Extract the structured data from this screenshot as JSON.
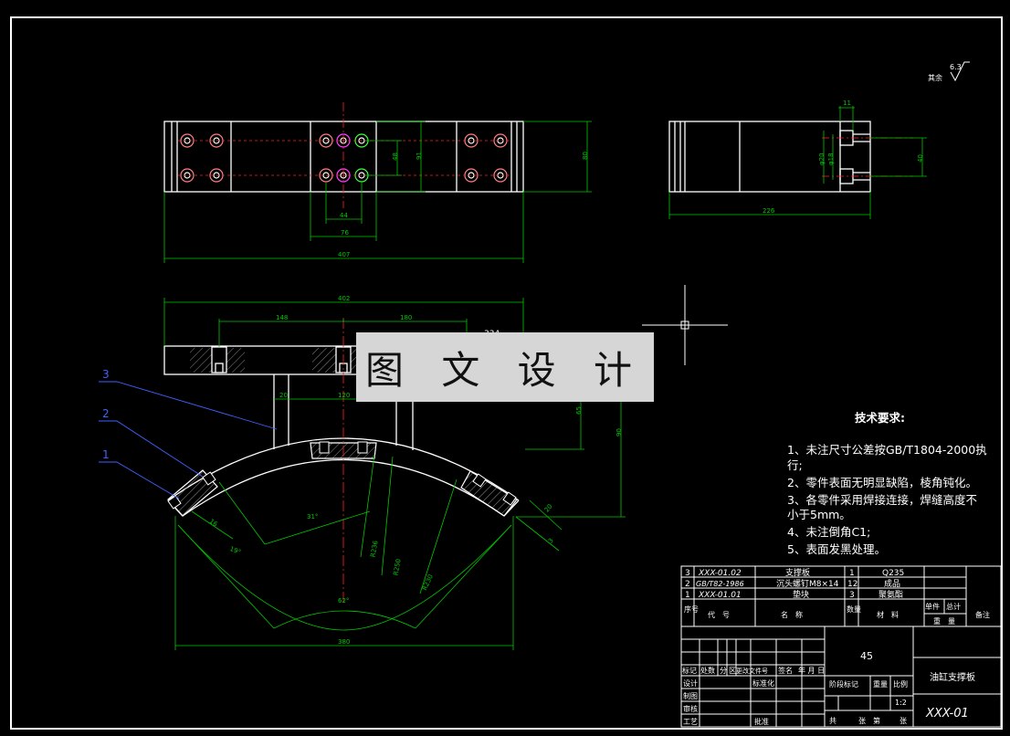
{
  "roughness": {
    "symbol": "其余",
    "value": "6.3"
  },
  "dims_top": {
    "d407a": "407",
    "d80": "80",
    "d91": "91",
    "d48": "48",
    "d44": "44",
    "d76": "76"
  },
  "dims_side": {
    "d226": "226",
    "d11": "11",
    "d40": "40",
    "phi20": "φ20",
    "phi18": "φ18"
  },
  "dims_front": {
    "d402": "402",
    "d148": "148",
    "d180": "180",
    "d334": "334",
    "d20": "20",
    "d120": "120",
    "d65": "65",
    "d90": "90"
  },
  "dims_arc": {
    "d31": "31°",
    "d19": "19°",
    "d62": "62°",
    "d380": "380",
    "r236": "R236",
    "r250": "R250",
    "r230": "R230",
    "d16": "16",
    "d20b": "20",
    "d3": "3"
  },
  "balloons": [
    "1",
    "2",
    "3"
  ],
  "watermark": "图 文 设 计",
  "tech": {
    "title": "技术要求:",
    "items": [
      "1、未注尺寸公差按GB/T1804-2000执行;",
      "2、零件表面无明显缺陷，棱角钝化。",
      "3、各零件采用焊接连接，焊缝高度不小于5mm。",
      "4、未注倒角C1;",
      "5、表面发黑处理。"
    ]
  },
  "bom": [
    {
      "no": "3",
      "code": "XXX-01.02",
      "name": "支撑板",
      "qty": "1",
      "material": "Q235"
    },
    {
      "no": "2",
      "code": "GB/T82-1986",
      "name": "沉头螺钉M8×14",
      "qty": "12",
      "material": "成品"
    },
    {
      "no": "1",
      "code": "XXX-01.01",
      "name": "垫块",
      "qty": "3",
      "material": "聚氨酯"
    }
  ],
  "bom_header": {
    "no": "序号",
    "code": "代　号",
    "name": "名　称",
    "qty": "数量",
    "material": "材　料",
    "single": "单件",
    "total": "总计",
    "weight": "重　量",
    "remark": "备注"
  },
  "title_block": {
    "material": "45",
    "part_name": "油缸支撑板",
    "drawing_no": "XXX-01",
    "scale": "1:2",
    "rev_headers": [
      "标记",
      "处数",
      "分",
      "区",
      "更改文件号",
      "签名",
      "年 月 日"
    ],
    "rows": [
      "设计",
      "制图",
      "审核",
      "工艺"
    ],
    "std": "标准化",
    "approve": "批准",
    "stage": "阶段标记",
    "weight": "重量",
    "ratio": "比例",
    "sheet": "共",
    "sheet2": "张",
    "page": "第",
    "page2": "张"
  },
  "colors": {
    "line": "#ffffff",
    "dim": "#00c800",
    "center": "#ff2020",
    "leader": "#4060ff",
    "hatch": "#808080",
    "hole": "#ff40ff"
  }
}
